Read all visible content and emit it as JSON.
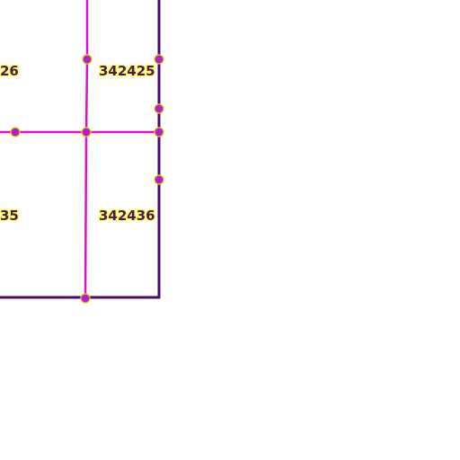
{
  "map": {
    "colors": {
      "background": "#ffffff",
      "outer_boundary": "#4b0a6e",
      "inner_boundary": "#e010c8",
      "vertex_fill": "#b020d0",
      "vertex_outline": "#e6d200",
      "label_text": "#4a1a4a",
      "label_halo": "#ffff66"
    },
    "parcels": [
      {
        "id": "partial-top-left",
        "label": "26"
      },
      {
        "id": "342425",
        "label": "342425"
      },
      {
        "id": "partial-bottom-left",
        "label": "35"
      },
      {
        "id": "342436",
        "label": "342436"
      }
    ]
  }
}
